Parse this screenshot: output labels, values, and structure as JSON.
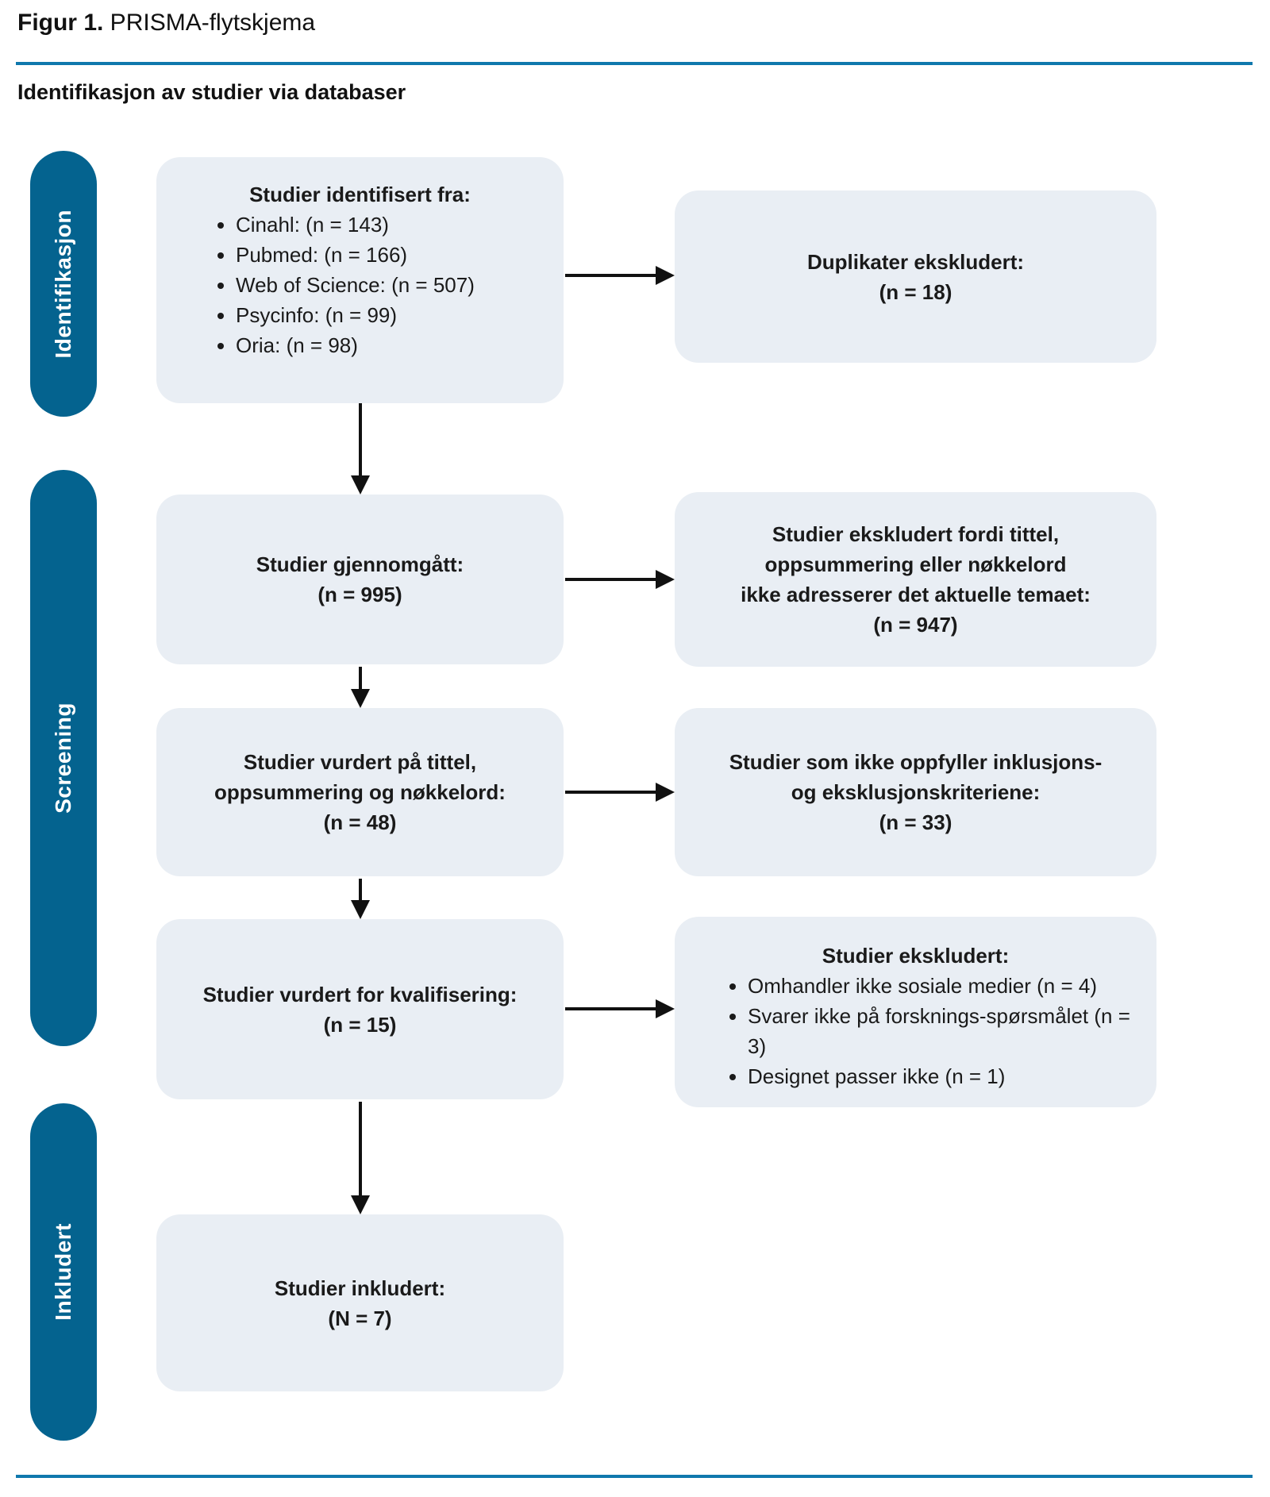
{
  "figure": {
    "caption_label": "Figur 1.",
    "caption_text": " PRISMA-flytskjema",
    "section_heading": "Identifikasjon av studier via databaser"
  },
  "colors": {
    "stage_pill": "#04638f",
    "box_background": "#e9eef4",
    "rule_blue": "#0f78ad",
    "arrow": "#111111",
    "text": "#1a1a1a"
  },
  "stages": [
    {
      "label": "Identifikasjon"
    },
    {
      "label": "Screening"
    },
    {
      "label": "Inkludert"
    }
  ],
  "flow": {
    "left_boxes": [
      {
        "header": "Studier identifisert fra:",
        "bullets": [
          "Cinahl: (n = 143)",
          "Pubmed: (n = 166)",
          "Web of Science: (n = 507)",
          "Psycinfo: (n = 99)",
          "Oria: (n = 98)"
        ]
      },
      {
        "text": "Studier gjennomgått:\n(n = 995)"
      },
      {
        "text": "Studier vurdert på tittel,\noppsummering og nøkkelord:\n(n = 48)"
      },
      {
        "text": "Studier vurdert for kvalifisering:\n(n = 15)"
      },
      {
        "text": "Studier inkludert:\n(N = 7)"
      }
    ],
    "right_boxes": [
      {
        "text": "Duplikater ekskludert:\n(n = 18)"
      },
      {
        "text": "Studier ekskludert fordi tittel,\noppsummering eller nøkkelord\nikke adresserer det aktuelle temaet:\n(n = 947)"
      },
      {
        "text": "Studier som ikke oppfyller inklusjons-\nog eksklusjonskriteriene:\n(n = 33)"
      },
      {
        "header": "Studier ekskludert:",
        "bullets": [
          "Omhandler ikke sosiale medier (n = 4)",
          "Svarer ikke på forsknings-spørsmålet (n = 3)",
          "Designet passer ikke (n = 1)"
        ]
      }
    ]
  }
}
